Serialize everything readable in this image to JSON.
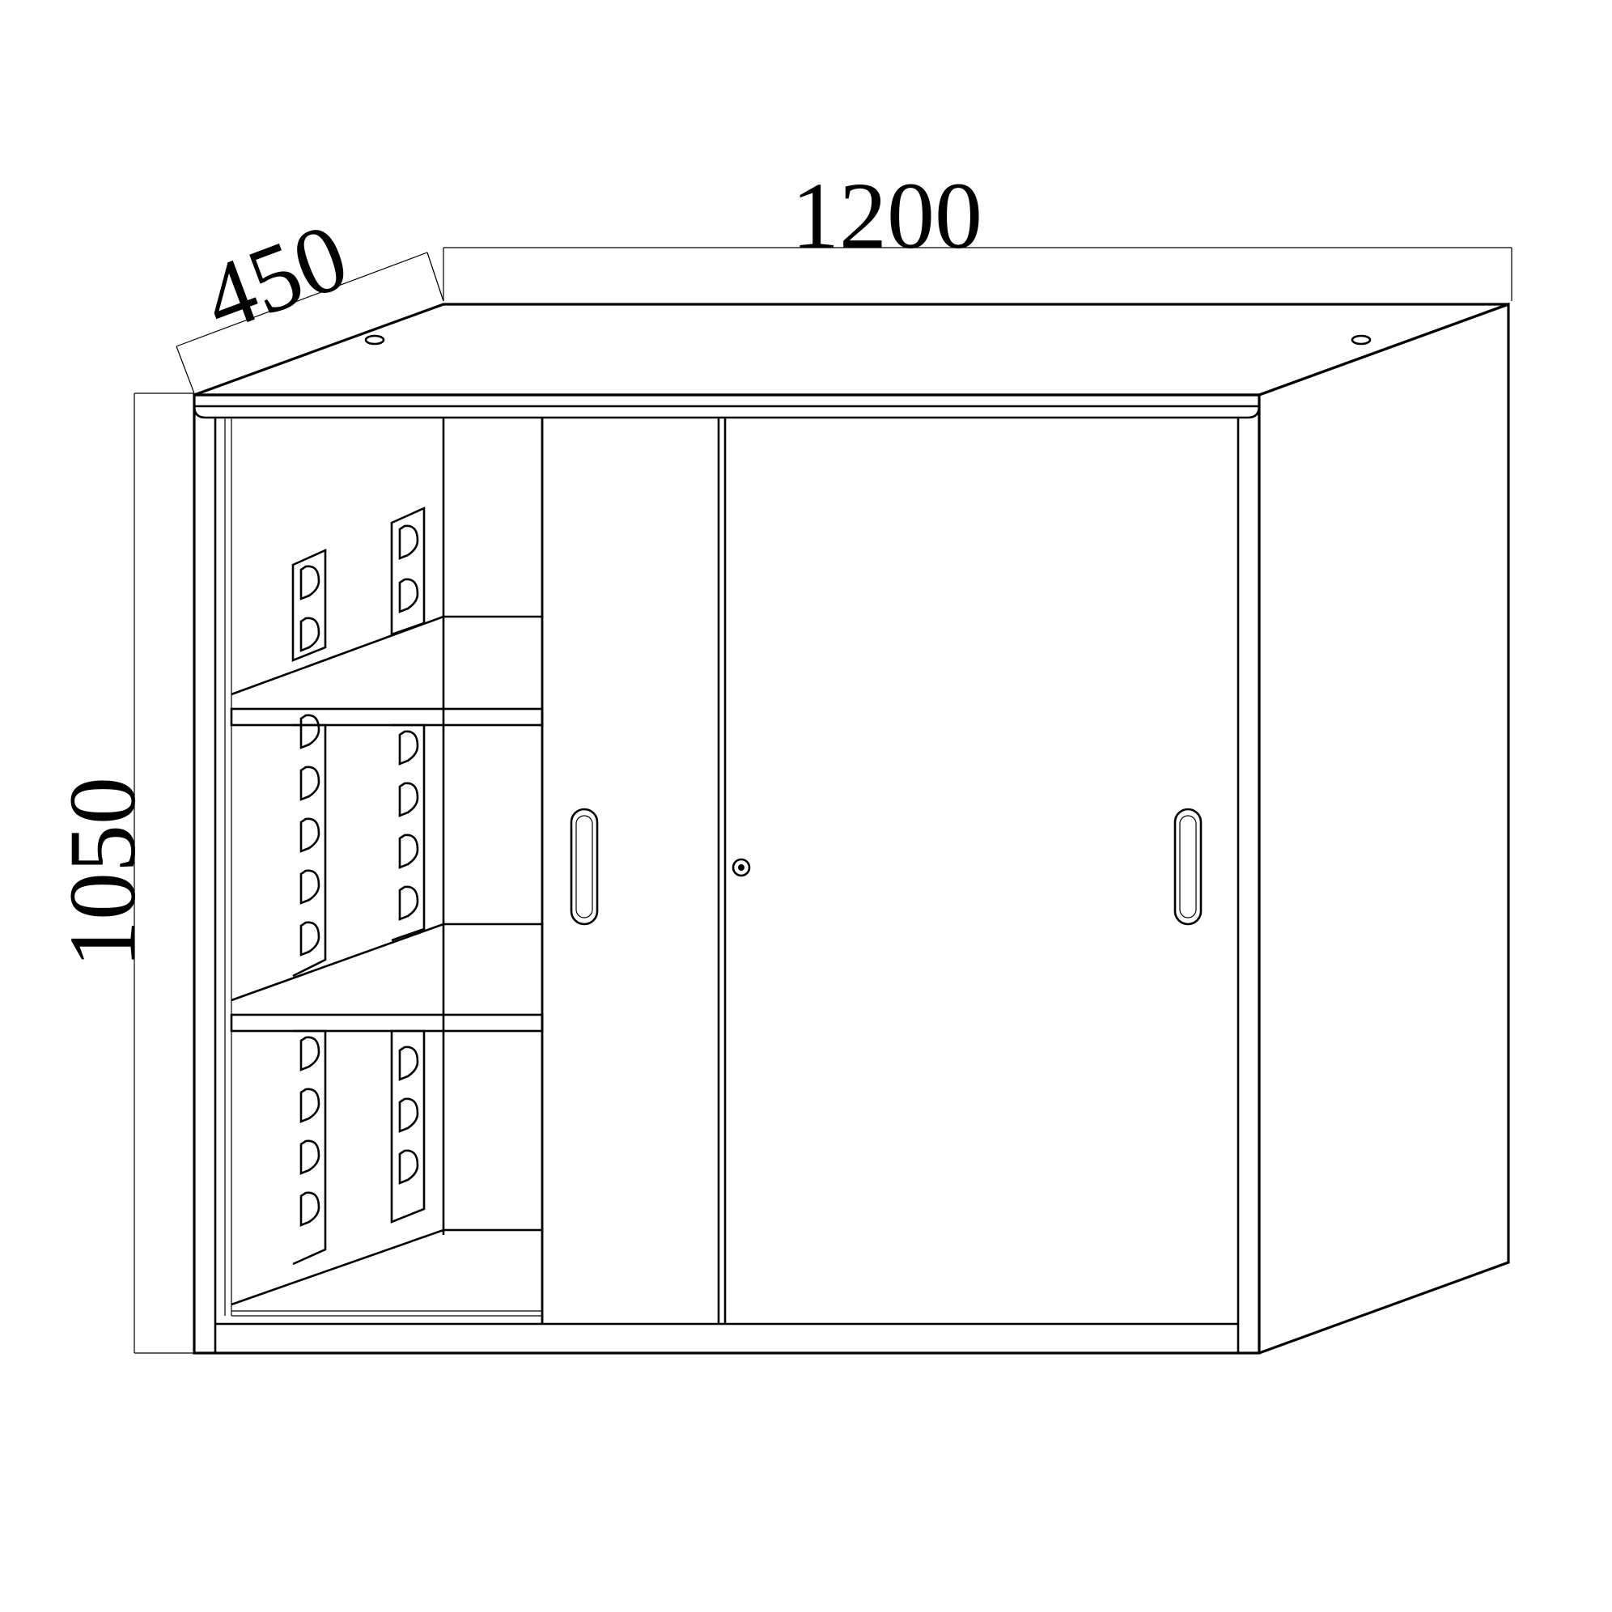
{
  "dimensions": {
    "width": "1200",
    "depth": "450",
    "height": "1050"
  }
}
